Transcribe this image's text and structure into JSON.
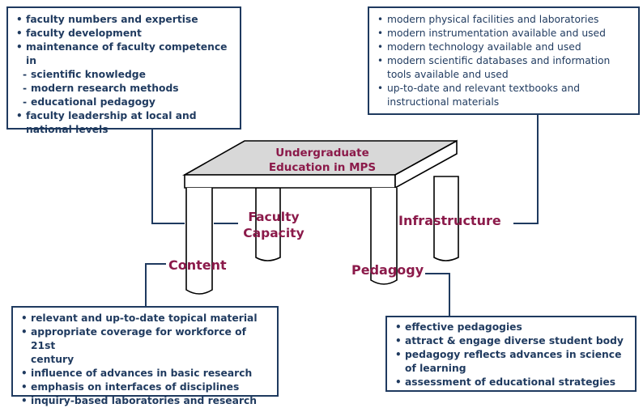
{
  "faculty_box": {
    "items": [
      {
        "type": "bullet",
        "text": "faculty numbers and expertise"
      },
      {
        "type": "bullet",
        "text": "faculty development"
      },
      {
        "type": "bullet",
        "text": "maintenance of faculty competence in"
      },
      {
        "type": "sub",
        "text": "scientific knowledge"
      },
      {
        "type": "sub",
        "text": "modern research methods"
      },
      {
        "type": "sub",
        "text": "educational pedagogy"
      },
      {
        "type": "bullet",
        "text": "faculty leadership at local and"
      },
      {
        "type": "cont",
        "text": "national levels"
      }
    ]
  },
  "infrastructure_box": {
    "items": [
      {
        "type": "bullet",
        "text": "modern physical facilities and laboratories"
      },
      {
        "type": "bullet",
        "text": "modern instrumentation available and used"
      },
      {
        "type": "bullet",
        "text": "modern technology available and used"
      },
      {
        "type": "bullet",
        "text": "modern scientific databases and information"
      },
      {
        "type": "cont",
        "text": "tools available and used"
      },
      {
        "type": "bullet",
        "text": "up-to-date and relevant textbooks and"
      },
      {
        "type": "cont",
        "text": "instructional materials"
      }
    ]
  },
  "content_box": {
    "items": [
      {
        "type": "bullet",
        "text": "relevant and up-to-date topical material"
      },
      {
        "type": "bullet",
        "text": "appropriate coverage for workforce of 21st"
      },
      {
        "type": "cont",
        "text": "century"
      },
      {
        "type": "bullet",
        "text": "influence of advances in basic research"
      },
      {
        "type": "bullet",
        "text": "emphasis on interfaces of disciplines"
      },
      {
        "type": "bullet",
        "text": "inquiry-based laboratories and research"
      }
    ]
  },
  "pedagogy_box": {
    "items": [
      {
        "type": "bullet",
        "text": "effective pedagogies"
      },
      {
        "type": "bullet",
        "text": "attract & engage diverse student body"
      },
      {
        "type": "bullet",
        "text": "pedagogy reflects advances in science"
      },
      {
        "type": "cont",
        "text": "of learning"
      },
      {
        "type": "bullet",
        "text": "assessment of educational strategies"
      }
    ]
  },
  "labels": {
    "table_line1": "Undergraduate",
    "table_line2": "Education in MPS",
    "faculty_line1": "Faculty",
    "faculty_line2": "Capacity",
    "infrastructure": "Infrastructure",
    "content": "Content",
    "pedagogy": "Pedagogy"
  },
  "colors": {
    "box_border": "#1f3a5f",
    "box_text": "#1f3a5f",
    "label_text": "#8b1a4a",
    "table_top": "#d8d8d8",
    "table_outline": "#000000"
  }
}
